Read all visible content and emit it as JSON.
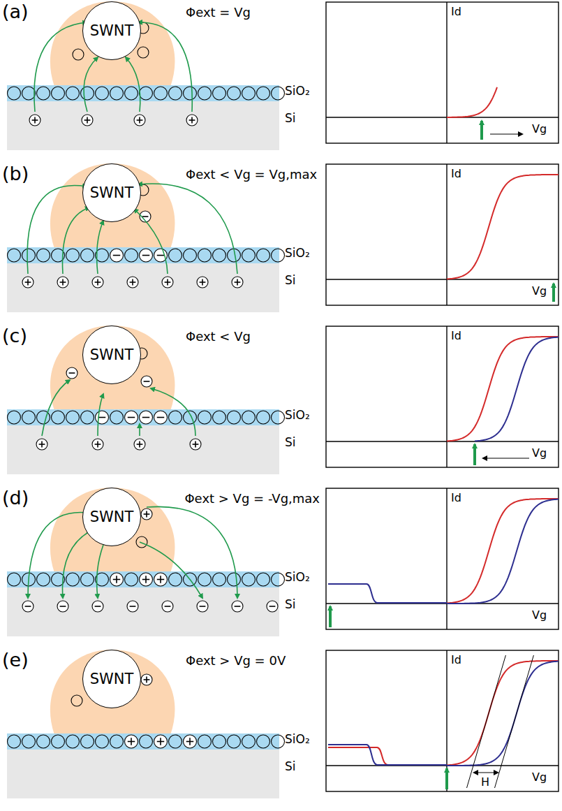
{
  "diagram": {
    "nodes": [
      {
        "text": [
          "SWNT"
        ]
      },
      {
        "text": [
          "SiO₂"
        ]
      },
      {
        "text": [
          "Si"
        ]
      },
      {
        "text": [
          "SWNT"
        ]
      },
      {
        "text": [
          "SiO₂"
        ]
      },
      {
        "text": [
          "Si"
        ]
      },
      {
        "text": [
          "SWNT"
        ]
      },
      {
        "text": [
          "SiO₂"
        ]
      },
      {
        "text": [
          "Si"
        ]
      },
      {
        "text": [
          "SWNT"
        ]
      },
      {
        "text": [
          "SiO₂"
        ]
      },
      {
        "text": [
          "Si"
        ]
      },
      {
        "text": [
          "SWNT"
        ]
      },
      {
        "text": [
          "SiO₂"
        ]
      },
      {
        "text": [
          "Si"
        ]
      }
    ],
    "labels": [
      "(a)",
      "Φext = Vg",
      "Id",
      "Vg",
      "(b)",
      "Φext < Vg = Vg,max",
      "Id",
      "Vg",
      "(c)",
      "Φext < Vg",
      "Id",
      "Vg",
      "(d)",
      "Φext > Vg = -Vg,max",
      "Id",
      "Vg",
      "(e)",
      "Φext > Vg = 0V",
      "Id",
      "Vg",
      "H"
    ]
  }
}
